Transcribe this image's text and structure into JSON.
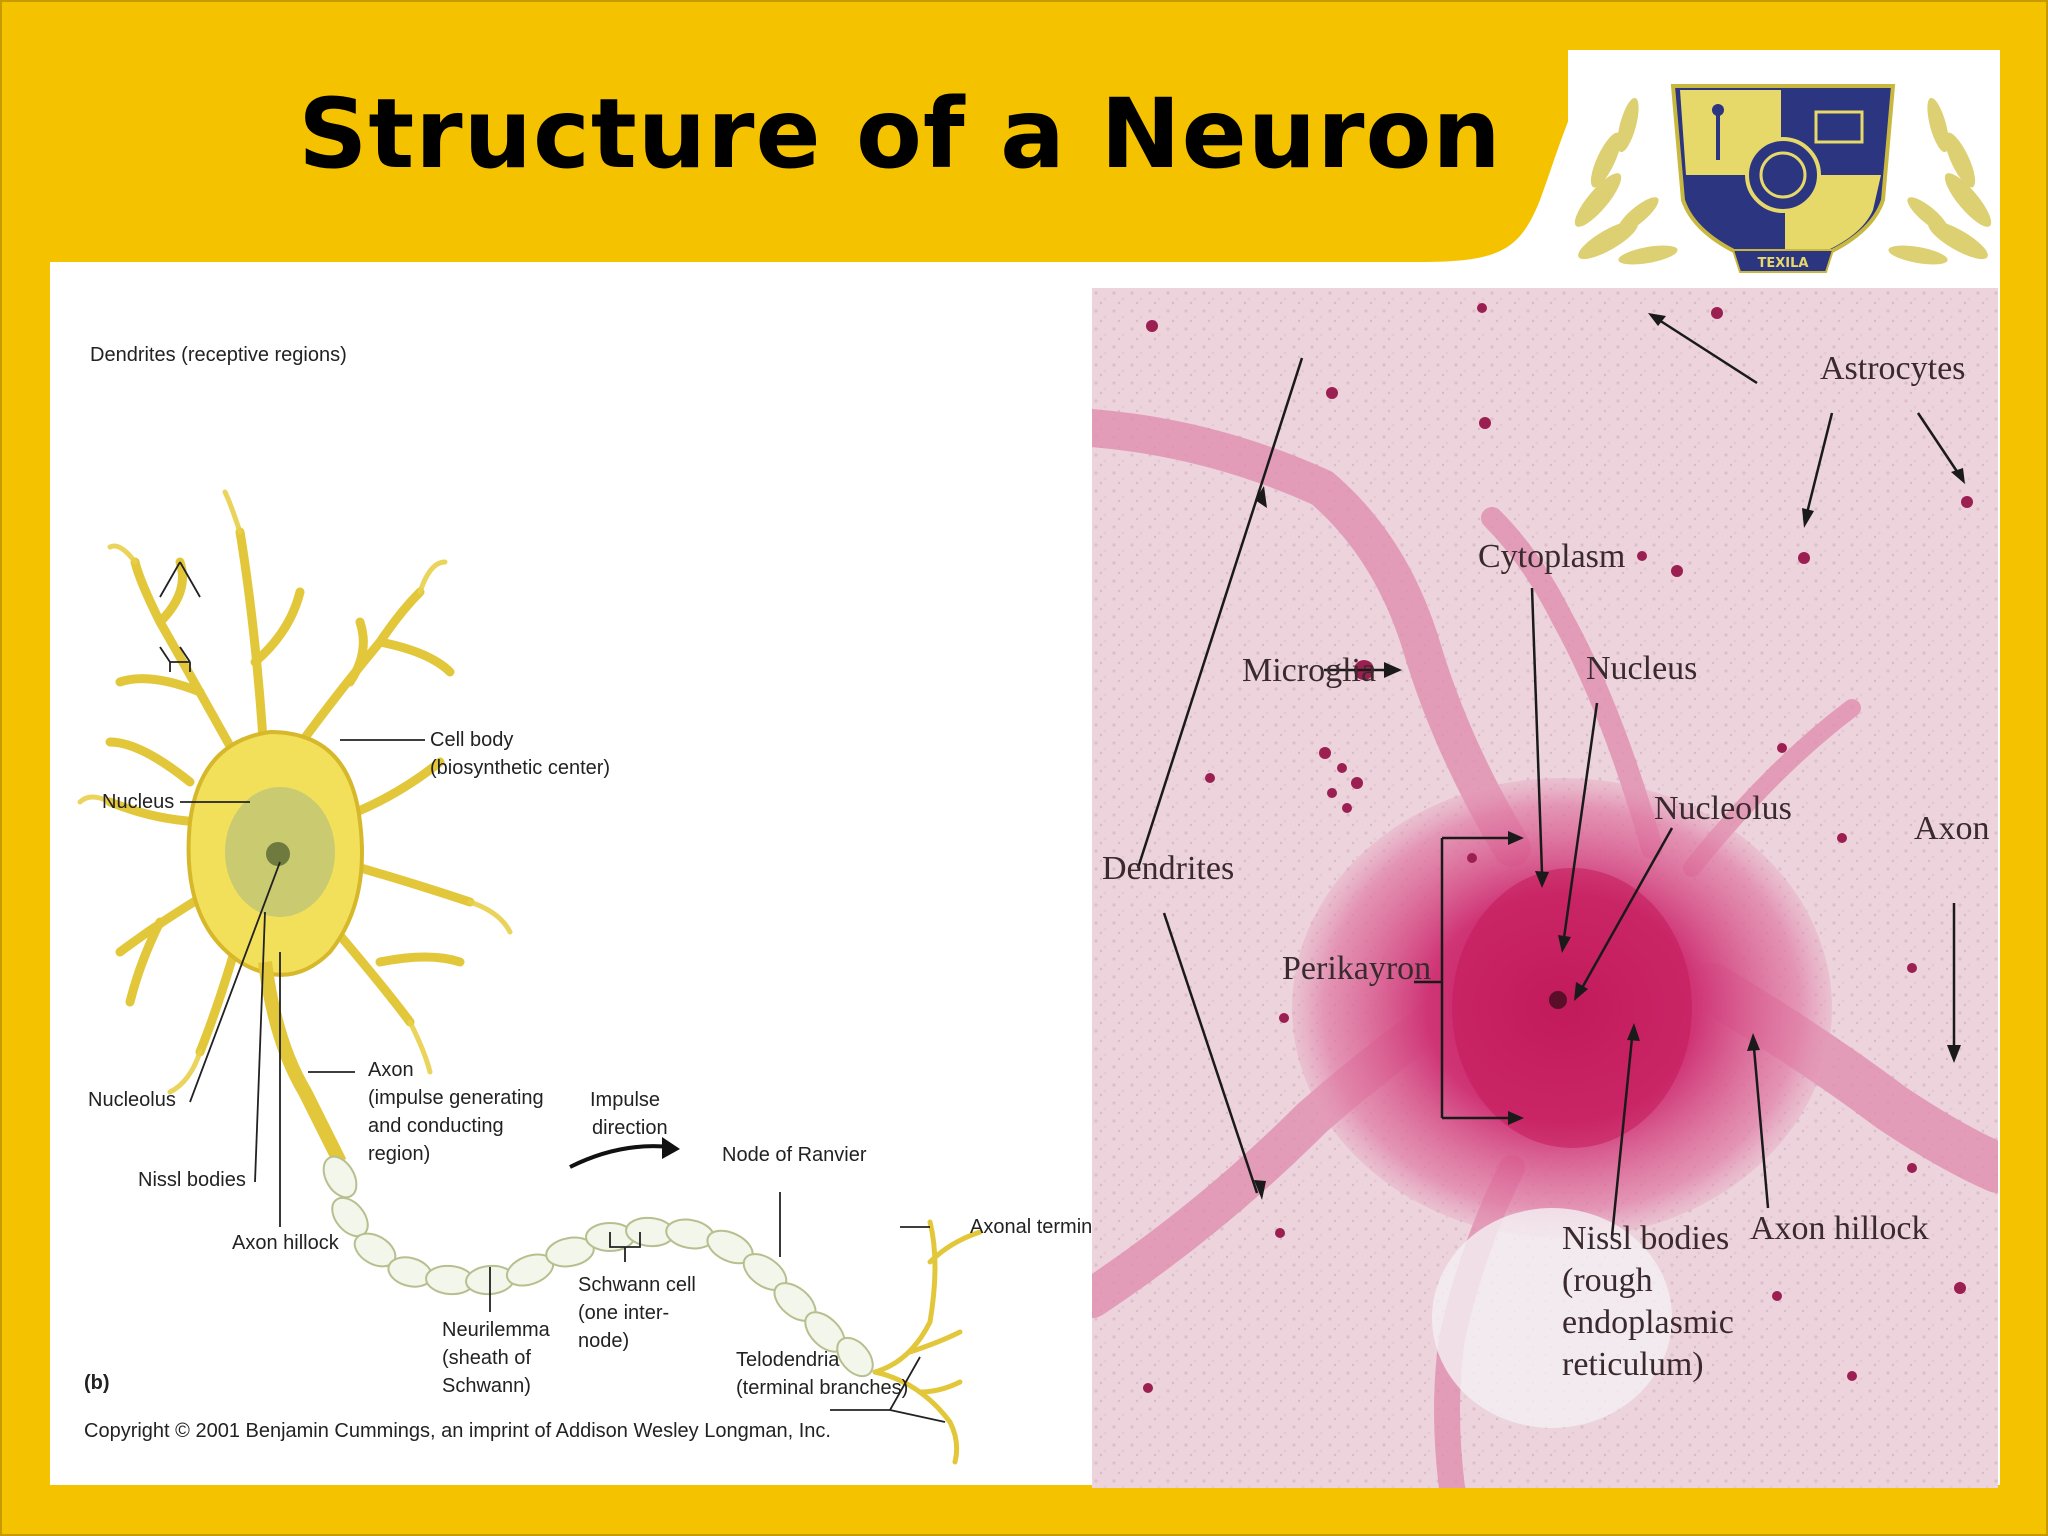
{
  "slide": {
    "title": "Structure of a Neuron",
    "colors": {
      "background": "#f5c200",
      "panel": "#ffffff",
      "title": "#000000"
    }
  },
  "logo": {
    "name": "texila-crest",
    "banner_text": "TEXILA"
  },
  "diagram": {
    "labels": {
      "dendrites": "Dendrites (receptive regions)",
      "cell_body_1": "Cell body",
      "cell_body_2": "(biosynthetic center)",
      "nucleus": "Nucleus",
      "nucleolus": "Nucleolus",
      "nissl": "Nissl bodies",
      "axon_hillock": "Axon hillock",
      "axon_1": "Axon",
      "axon_2": "(impulse generating",
      "axon_3": "and conducting",
      "axon_4": "region)",
      "impulse_1": "Impulse",
      "impulse_2": "direction",
      "node": "Node of Ranvier",
      "axonal_terminal": "Axonal terminal",
      "schwann_1": "Schwann cell",
      "schwann_2": "(one inter-",
      "schwann_3": "node)",
      "neurilemma_1": "Neurilemma",
      "neurilemma_2": "(sheath of",
      "neurilemma_3": "Schwann)",
      "telodendria_1": "Telodendria",
      "telodendria_2": "(terminal branches)",
      "panel_letter": "(b)"
    },
    "copyright": "Copyright © 2001 Benjamin Cummings, an imprint of Addison Wesley Longman, Inc."
  },
  "micrograph": {
    "labels": {
      "astrocytes": "Astrocytes",
      "cytoplasm": "Cytoplasm",
      "microglia": "Microglia",
      "nucleus": "Nucleus",
      "nucleolus": "Nucleolus",
      "axon": "Axon",
      "dendrites": "Dendrites",
      "perikayron": "Perikayron",
      "nissl_1": "Nissl bodies",
      "nissl_2": "(rough",
      "nissl_3": "endoplasmic",
      "nissl_4": "reticulum)",
      "axon_hillock": "Axon hillock"
    }
  }
}
